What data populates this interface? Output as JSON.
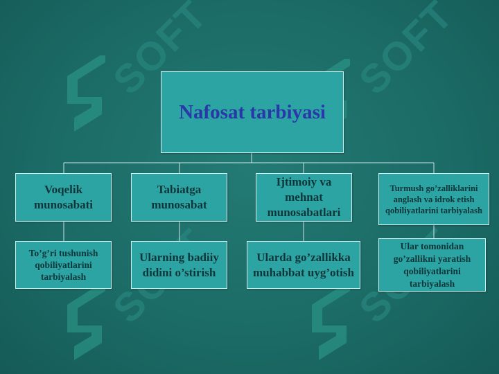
{
  "watermark": {
    "text": "SOFT",
    "logo_icon": "s-logo-icon",
    "color": "#2a8a82"
  },
  "root": {
    "label": "Nafosat tarbiyasi",
    "color": "#2838a8"
  },
  "categories": [
    {
      "label": "Voqelik munosabati"
    },
    {
      "label": "Tabiatga munosabat"
    },
    {
      "label": "Ijtimoiy  va mehnat munosabatlari"
    },
    {
      "label": "Turmush  go’zalliklarini anglash va idrok etish qobiliyatlarini tarbiyalash"
    }
  ],
  "details": [
    {
      "label": "To’g’ri  tushunish qobiliyatlarini tarbiyalash"
    },
    {
      "label": "Ularning badiiy didini o’stirish"
    },
    {
      "label": "Ularda go’zallikka muhabbat uyg’otish"
    },
    {
      "label": "Ular tomonidan go’zallikni yaratish qobiliyatlarini tarbiyalash"
    }
  ],
  "colors": {
    "background": "#1a6b66",
    "box_fill": "#2ba4a3",
    "box_border": "#d7eeee",
    "box_text": "#10363a"
  }
}
